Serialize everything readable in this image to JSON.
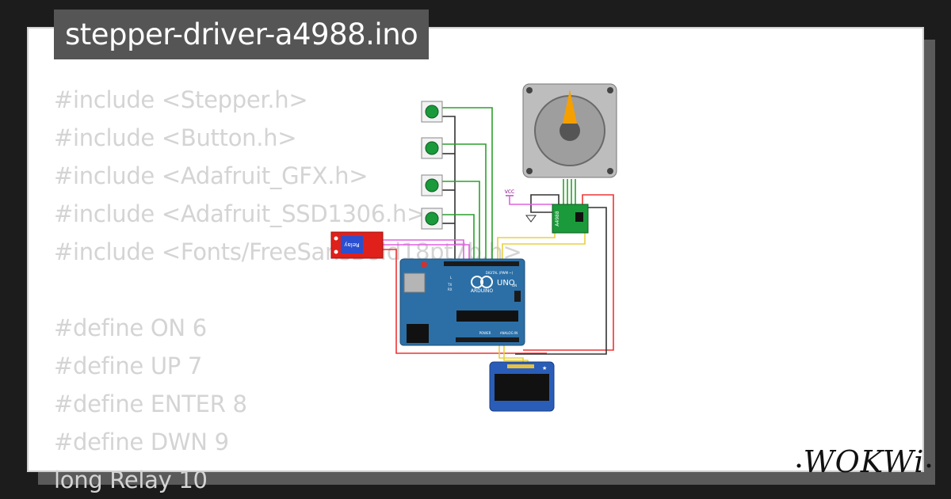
{
  "window": {
    "title": "stepper-driver-a4988.ino"
  },
  "code_lines": [
    "#include <Stepper.h>",
    "#include <Button.h>",
    "#include <Adafruit_GFX.h>",
    "#include <Adafruit_SSD1306.h>",
    "#include <Fonts/FreeSansBold18pt7b.h>",
    "",
    "#define ON 6",
    "#define UP 7",
    "#define ENTER 8",
    "#define DWN 9",
    "long Relay 10"
  ],
  "diagram": {
    "relay_label": "Relay",
    "driver_label": "A4988",
    "vcc_label": "VCC",
    "arduino_brand": "ARDUINO",
    "arduino_model": "UNO",
    "digital_label": "DIGITAL (PWM ~)",
    "power_label": "POWER",
    "analog_label": "ANALOG IN",
    "led_l": "L",
    "led_tx": "TX",
    "led_rx": "RX",
    "led_on": "ON"
  },
  "logo": {
    "text": "WOKWi"
  },
  "colors": {
    "background": "#1c1c1c",
    "card": "#ffffff",
    "title_bg": "#555555",
    "code_text": "#d4d4d4",
    "arduino_blue": "#2c6fa6",
    "button_green": "#1a9a3a",
    "wire_green": "#2ca02c",
    "wire_red": "#e33",
    "wire_pink": "#e060e0",
    "wire_yellow": "#e8d040",
    "relay_red": "#e0201a",
    "motor_orange": "#f5a000"
  }
}
